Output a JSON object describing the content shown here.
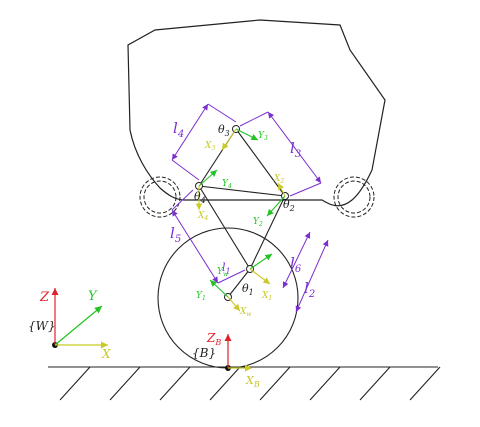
{
  "colors": {
    "outline": "#222222",
    "link_purple": "#7b2fd1",
    "axis_green": "#22c322",
    "axis_yellow": "#c9c928",
    "axis_red": "#e0202a",
    "ground": "#222222"
  },
  "frames": {
    "world": "{W}",
    "base": "{B}"
  },
  "axes": {
    "world_z": "Z",
    "world_y": "Y",
    "world_x": "X",
    "base_z": "Z",
    "base_z_sub": "B",
    "base_x": "X",
    "base_x_sub": "B"
  },
  "links": {
    "l1": {
      "name": "l",
      "sub": "1"
    },
    "l2": {
      "name": "l",
      "sub": "2"
    },
    "l3": {
      "name": "l",
      "sub": "3"
    },
    "l4": {
      "name": "l",
      "sub": "4"
    },
    "l5": {
      "name": "l",
      "sub": "5"
    },
    "l6": {
      "name": "l",
      "sub": "6"
    }
  },
  "angles": {
    "t1": {
      "name": "θ",
      "sub": "1"
    },
    "t2": {
      "name": "θ",
      "sub": "2"
    },
    "t3": {
      "name": "θ",
      "sub": "3"
    },
    "t4": {
      "name": "θ",
      "sub": "4"
    }
  },
  "joint_axes": {
    "x1": {
      "name": "X",
      "sub": "1"
    },
    "y1": {
      "name": "Y",
      "sub": "1"
    },
    "x2": {
      "name": "X",
      "sub": "2"
    },
    "y2": {
      "name": "Y",
      "sub": "2"
    },
    "x3": {
      "name": "X",
      "sub": "3"
    },
    "y3": {
      "name": "Y",
      "sub": "3"
    },
    "x4": {
      "name": "X",
      "sub": "4"
    },
    "y4": {
      "name": "Y",
      "sub": "4"
    },
    "xw": {
      "name": "X",
      "sub": "w"
    },
    "yw": {
      "name": "Y",
      "sub": "w"
    }
  }
}
